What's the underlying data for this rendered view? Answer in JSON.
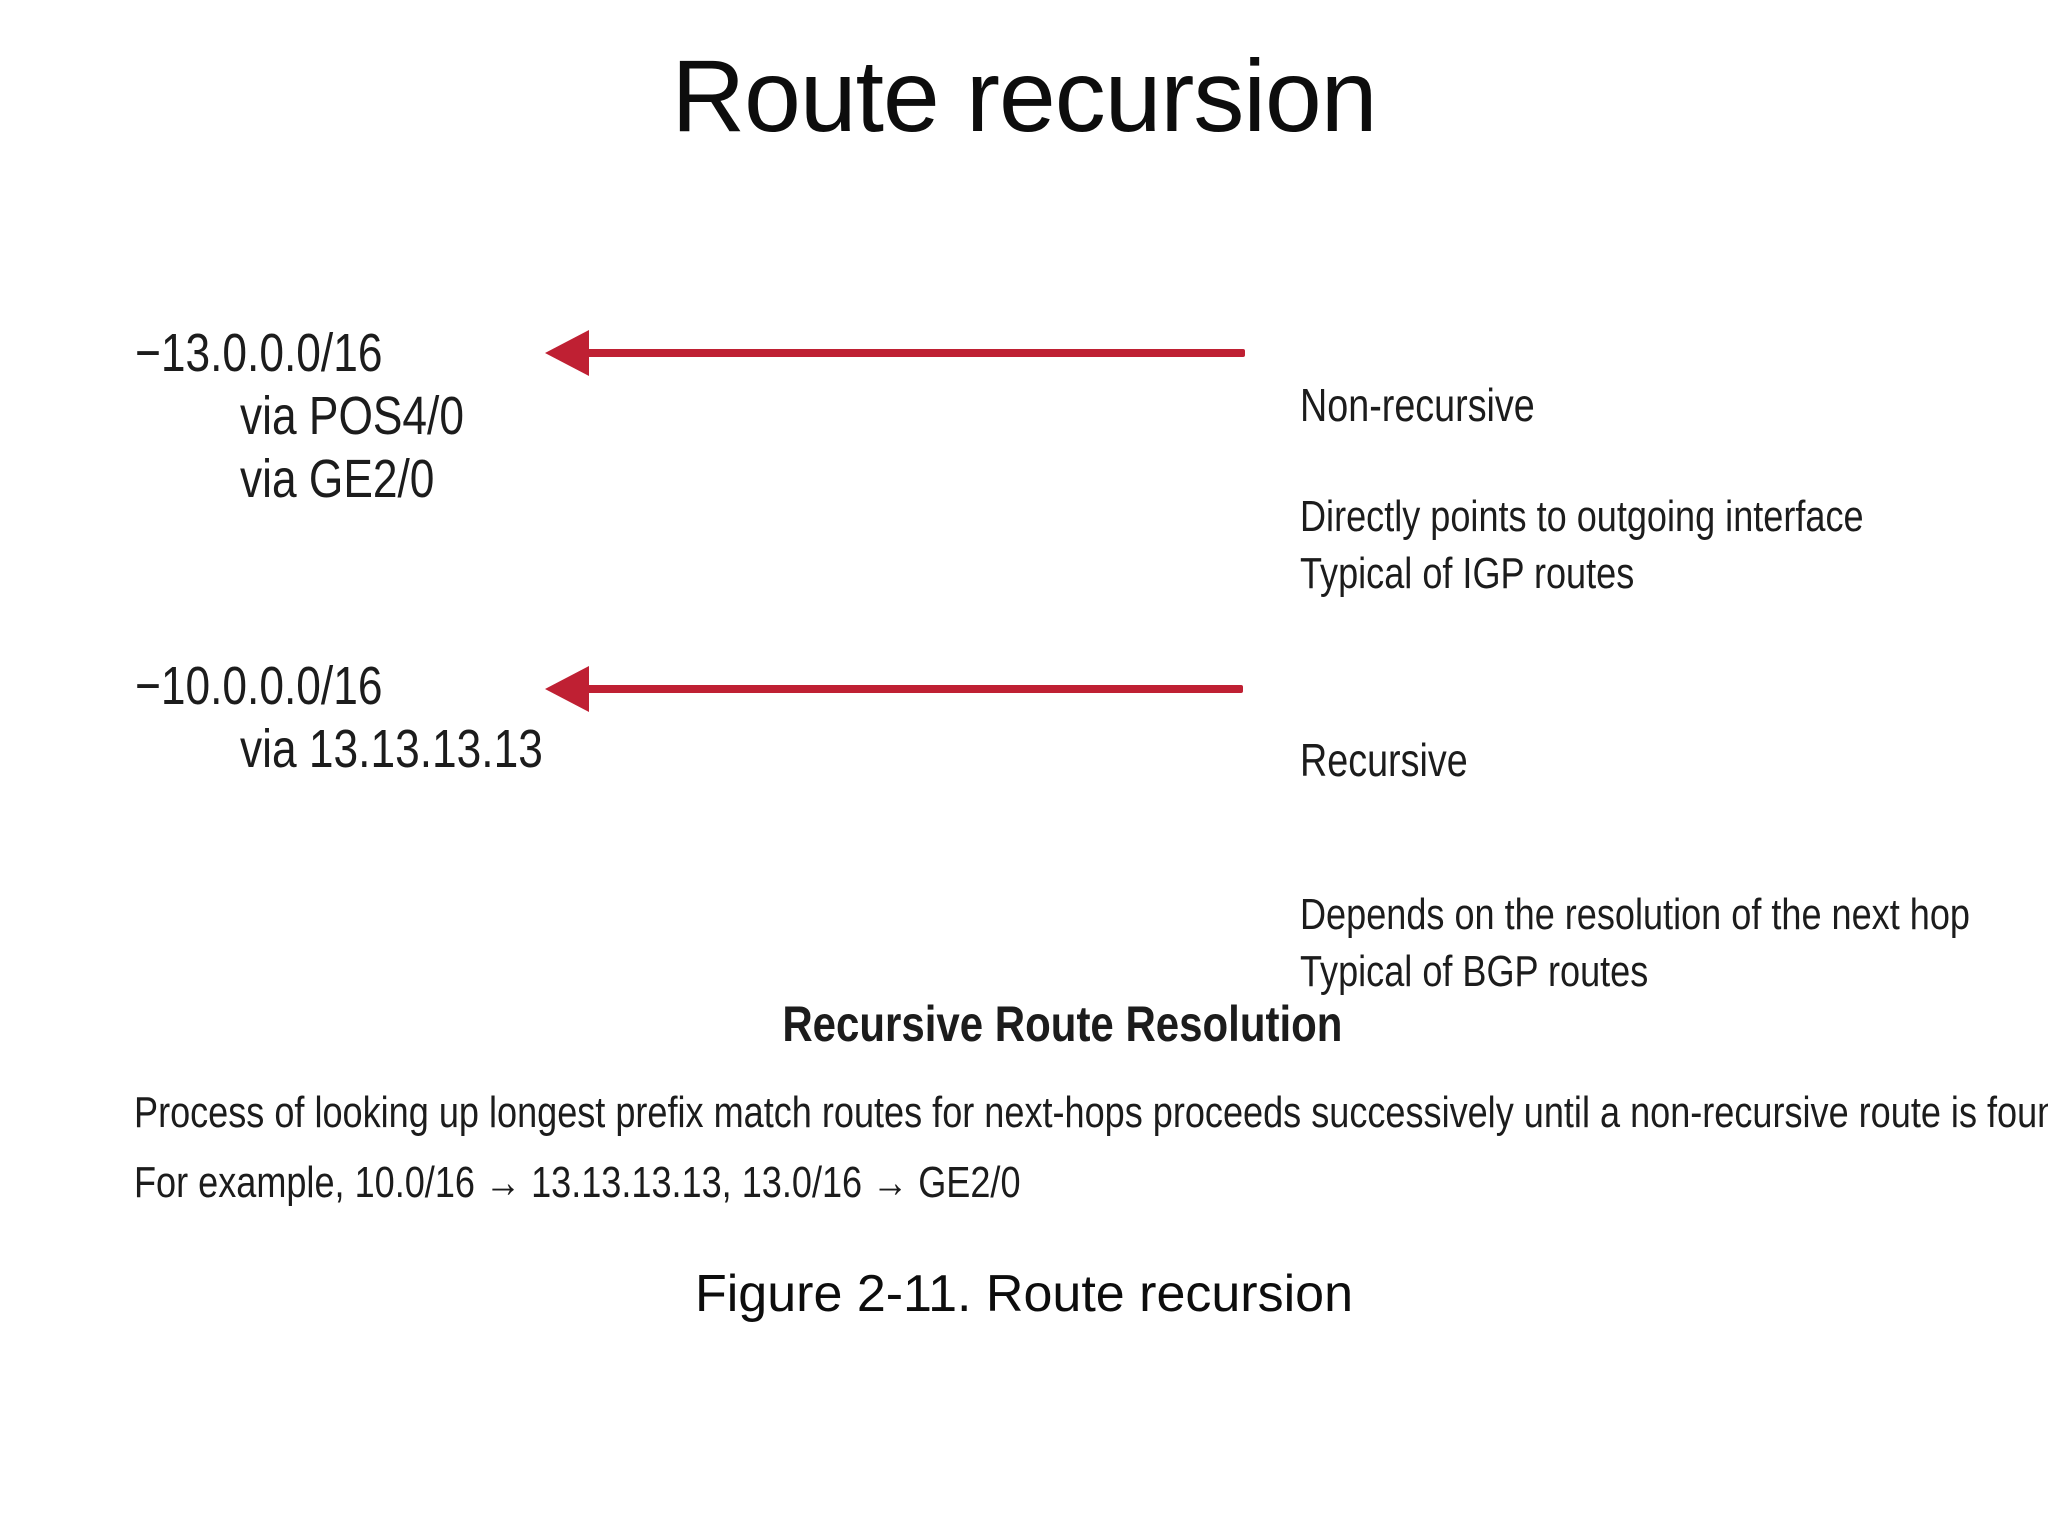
{
  "slide": {
    "title": "Route recursion"
  },
  "figure": {
    "routes": [
      {
        "prefix": "−13.0.0.0/16",
        "vias": [
          "via POS4/0",
          "via GE2/0"
        ],
        "arrow_label": "Non-recursive",
        "notes": [
          "Directly points to outgoing interface",
          "Typical of IGP routes"
        ]
      },
      {
        "prefix": "−10.0.0.0/16",
        "vias": [
          "via 13.13.13.13"
        ],
        "arrow_label": "Recursive",
        "notes": [
          "Depends on the resolution of the next hop",
          "Typical of BGP routes"
        ]
      }
    ],
    "heading": "Recursive Route Resolution",
    "paragraph": "Process of looking up longest prefix match routes for next-hops proceeds successively until a non-recursive route is found.",
    "example": "For example, 10.0/16 → 13.13.13.13, 13.0/16 → GE2/0",
    "caption": "Figure 2-11. Route recursion"
  },
  "colors": {
    "arrow_red": "#bf2033",
    "ink": "#1c1c1c"
  }
}
